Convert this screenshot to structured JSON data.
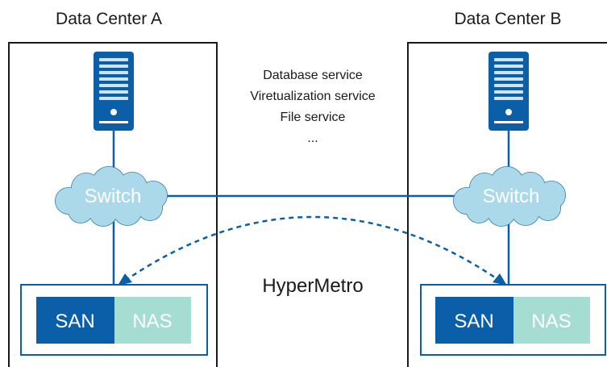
{
  "data_center_a": {
    "title": "Data Center A",
    "switch_label": "Switch",
    "san_label": "SAN",
    "nas_label": "NAS"
  },
  "data_center_b": {
    "title": "Data Center B",
    "switch_label": "Switch",
    "san_label": "SAN",
    "nas_label": "NAS"
  },
  "services": {
    "line1": "Database service",
    "line2": "Viretualization service",
    "line3": "File service",
    "line4": "..."
  },
  "replication_label": "HyperMetro",
  "colors": {
    "server_blue": "#0B5EA8",
    "cloud_fill": "#ABD9EA",
    "cloud_stroke": "#2F7FB0",
    "san_blue": "#0B5EA8",
    "nas_teal": "#A6DDD3",
    "storage_frame": "#0B5EA8",
    "line_blue": "#0B5EA8",
    "frame_dark": "#1a1a1a"
  }
}
